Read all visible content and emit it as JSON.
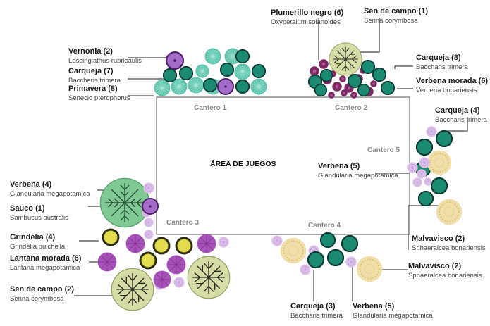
{
  "play_area": "ÁREA DE JUEGOS",
  "beds": [
    "Cantero 1",
    "Cantero 2",
    "Cantero 3",
    "Cantero 4",
    "Cantero 5"
  ],
  "plants": [
    {
      "name": "Vernonia (2)",
      "species": "Lessingiathus rubricaulis"
    },
    {
      "name": "Carqueja (7)",
      "species": "Baccharis trimera"
    },
    {
      "name": "Primavera (8)",
      "species": "Senecio pterophorus"
    },
    {
      "name": "Plumerillo negro (6)",
      "species": "Oxypetalum solanoides"
    },
    {
      "name": "Sen de campo (1)",
      "species": "Senna corymbosa"
    },
    {
      "name": "Carqueja (8)",
      "species": "Baccharis trimera"
    },
    {
      "name": "Verbena morada (6)",
      "species": "Verbena bonariensis"
    },
    {
      "name": "Carqueja (4)",
      "species": "Baccharis trimera"
    },
    {
      "name": "Verbena (5)",
      "species": "Glandularia megapotamica"
    },
    {
      "name": "Verbena (4)",
      "species": "Glandularia megapotamica"
    },
    {
      "name": "Sauco (1)",
      "species": "Sambucus australis"
    },
    {
      "name": "Grindelia (4)",
      "species": "Grindelia pulchella"
    },
    {
      "name": "Lantana morada (6)",
      "species": "Lantana megapotamica"
    },
    {
      "name": "Sen de campo (2)",
      "species": "Senna corymbosa"
    },
    {
      "name": "Malvavisco (2)",
      "species": "Sphaeralcea bonariensis"
    },
    {
      "name": "Malvavisco (2)",
      "species": "Sphaeralcea bonariensis"
    },
    {
      "name": "Carqueja (3)",
      "species": "Baccharis trimera"
    },
    {
      "name": "Verbena (5)",
      "species": "Glandularia megapotamica"
    }
  ]
}
